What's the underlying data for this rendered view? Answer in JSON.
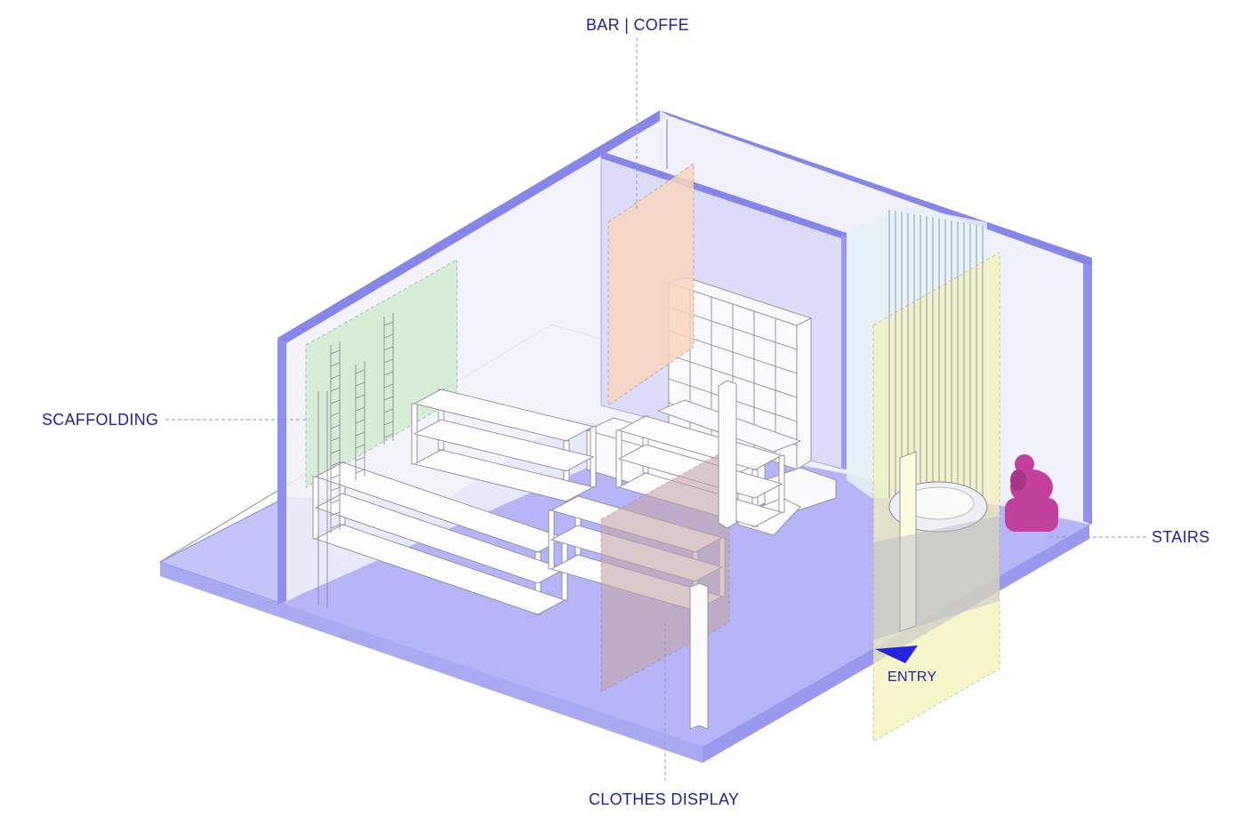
{
  "labels": {
    "bar_coffee": "BAR | COFFE",
    "scaffolding": "SCAFFOLDING",
    "stairs": "STAIRS",
    "entry": "ENTRY",
    "clothes_display": "CLOTHES DISPLAY"
  },
  "colors": {
    "label_text": "#1f1fa0",
    "wall_lines": "#8585ea",
    "floor_fill": "#b4b4f6",
    "wall_fill": "#ececfb",
    "slab_top": "#c4c4f6",
    "slab_side": "#a9a9f2",
    "scaffolding_zone": "#cdecc9",
    "bar_zone": "#f8d5bd",
    "clothes_zone": "#c6a6a8",
    "stairs_zone": "#f5f3b5",
    "figure": "#c0409a",
    "entry_marker": "#2424e0",
    "leader_line": "#9a9ab0"
  },
  "icons": [
    "entry-arrow-icon",
    "seated-figure-icon"
  ]
}
